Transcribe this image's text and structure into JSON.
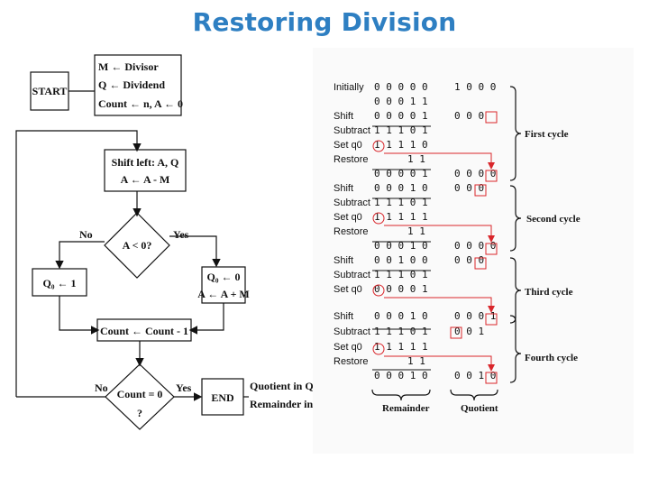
{
  "title": "Restoring Division",
  "flowchart": {
    "start": "START",
    "init": [
      "M ← Divisor",
      "Q ← Dividend",
      "Count ← n, A ← 0"
    ],
    "shift": [
      "Shift left: A, Q",
      "A ← A - M"
    ],
    "decision1": "A < 0?",
    "decision1_no": "No",
    "decision1_yes": "Yes",
    "set_q0_1": "Q₀ ← 1",
    "set_q0_0": "Q₀ ← 0",
    "restore": "A ← A + M",
    "count": "Count ← Count - 1",
    "decision2": [
      "Count = 0",
      "?"
    ],
    "decision2_no": "No",
    "decision2_yes": "Yes",
    "end": "END",
    "result": [
      "Quotient in Q",
      "Remainder in A"
    ]
  },
  "example": {
    "rows": [
      {
        "label": "Initially",
        "a": "0 0 0 0 0",
        "q": "1 0 0 0"
      },
      {
        "label": "",
        "a": "0 0 0 1 1",
        "q": ""
      },
      {
        "label": "Shift",
        "a": "0 0 0 0 1",
        "q": "0 0 0"
      },
      {
        "label": "Subtract",
        "a": "1 1 1 0 1",
        "q": ""
      },
      {
        "label": "Set q0",
        "a": "1 1 1 1 0",
        "q": ""
      },
      {
        "label": "Restore",
        "a": "1 1",
        "q": ""
      },
      {
        "label": "",
        "a": "0 0 0 0 1",
        "q": "0 0 0 0"
      },
      {
        "label": "Shift",
        "a": "0 0 0 1 0",
        "q": "0 0 0"
      },
      {
        "label": "Subtract",
        "a": "1 1 1 0 1",
        "q": ""
      },
      {
        "label": "Set q0",
        "a": "1 1 1 1 1",
        "q": ""
      },
      {
        "label": "Restore",
        "a": "1 1",
        "q": ""
      },
      {
        "label": "",
        "a": "0 0 0 1 0",
        "q": "0 0 0 0"
      },
      {
        "label": "Shift",
        "a": "0 0 1 0 0",
        "q": "0 0 0"
      },
      {
        "label": "Subtract",
        "a": "1 1 1 0 1",
        "q": ""
      },
      {
        "label": "Set q0",
        "a": "0 0 0 0 1",
        "q": ""
      },
      {
        "label": "Shift",
        "a": "0 0 0 1 0",
        "q": "0 0 0 1"
      },
      {
        "label": "Subtract",
        "a": "1 1 1 0 1",
        "q": "0 0 1"
      },
      {
        "label": "Set q0",
        "a": "1 1 1 1 1",
        "q": ""
      },
      {
        "label": "Restore",
        "a": "1 1",
        "q": ""
      },
      {
        "label": "",
        "a": "0 0 0 1 0",
        "q": "0 0 1 0"
      }
    ],
    "cycles": [
      "First cycle",
      "Second cycle",
      "Third cycle",
      "Fourth cycle"
    ],
    "remainder_label": "Remainder",
    "quotient_label": "Quotient",
    "accent_color": "#d9262b"
  }
}
